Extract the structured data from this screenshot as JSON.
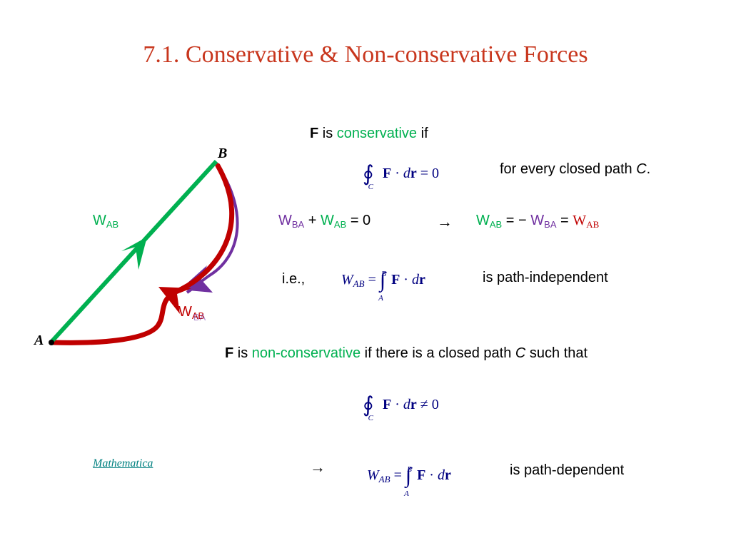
{
  "title": "7.1. Conservative & Non-conservative Forces",
  "colors": {
    "title": "#c8361d",
    "green": "#00b050",
    "red": "#c00000",
    "purple": "#7030a0",
    "math": "#000080"
  },
  "diagram": {
    "point_a": "A",
    "point_b": "B",
    "label_green": {
      "main": "W",
      "sub": "AB"
    },
    "label_red": {
      "main": "W",
      "sub": "AB"
    },
    "label_purple": {
      "main": "W",
      "sub": "BA"
    }
  },
  "conservative": {
    "f": "F",
    "is": " is ",
    "word": "conservative",
    "if": " if",
    "closed_path_text": "for every closed path ",
    "closed_path_var": "C",
    "period": ".",
    "equation_left": {
      "w1": "W",
      "s1": "BA",
      "plus": " + ",
      "w2": "W",
      "s2": "AB",
      "eq": " = 0"
    },
    "arrow": "→",
    "equation_right": {
      "w1": "W",
      "s1": "AB",
      "eq": " = − ",
      "w2": "W",
      "s2": "BA",
      "eq2": " = ",
      "w3": "W",
      "s3": "AB"
    },
    "ie": "i.e.,",
    "path_independent": "is path-independent"
  },
  "nonconservative": {
    "f": "F",
    "is": " is ",
    "word": "non-conservative",
    "rest": " if there is a closed path ",
    "var": "C",
    "such": " such that",
    "arrow": "→",
    "path_dependent": "is path-dependent"
  },
  "mathematica_link": "Mathematica"
}
